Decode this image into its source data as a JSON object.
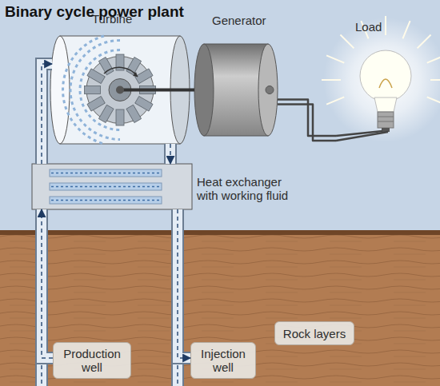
{
  "diagram": {
    "title": "Binary cycle power plant",
    "nodes": [
      {
        "text": [
          "Turbine"
        ]
      },
      {
        "text": [
          "Generator"
        ]
      },
      {
        "text": [
          "Load"
        ]
      },
      {
        "text": [
          "Heat exchanger with working fluid"
        ]
      },
      {
        "text": [
          "Rock layers"
        ]
      },
      {
        "text": [
          "Production well"
        ]
      },
      {
        "text": [
          "Injection well"
        ]
      }
    ],
    "edges": [
      {
        "from": 0,
        "to": 1,
        "arrow": "none"
      },
      {
        "from": 1,
        "to": 2,
        "arrow": "none"
      },
      {
        "from": 5,
        "to": 3,
        "arrow": "to"
      },
      {
        "from": 3,
        "to": 6,
        "arrow": "to"
      },
      {
        "from": 3,
        "to": 0,
        "arrow": "to"
      },
      {
        "from": 0,
        "to": 3,
        "arrow": "to"
      }
    ]
  }
}
